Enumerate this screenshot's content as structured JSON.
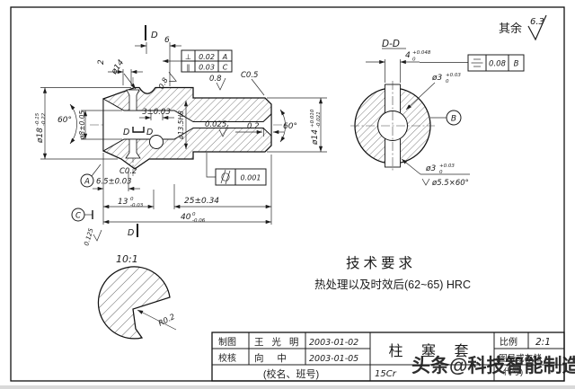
{
  "sheet": {
    "ink": "#1c1c1c",
    "paper": "#ffffff",
    "surface_note_prefix": "其余",
    "surface_note_value": "6.3"
  },
  "main_view": {
    "section_top": "D",
    "section_bottom": "D",
    "section_mid_left": "D",
    "section_mid_right": "D",
    "dims": {
      "d6": "6",
      "d2": "2",
      "groove_dia": "ø14",
      "d3": "3±0.03",
      "d02": "0.2",
      "d65": "6.5±0.03",
      "d13": "13",
      "d13_up": "0",
      "d13_lo": "-0.03",
      "d25": "25±0.34",
      "d40": "40",
      "d40_up": "0",
      "d40_lo": "-0.06",
      "dia18": "ø18",
      "dia18_up": "-0.15",
      "dia18_lo": "-0.22",
      "dia8": "ø8±0.05",
      "dia135": "ø13.5H8",
      "dia14": "ø14",
      "dia14_up": "+0.010",
      "dia14_lo": "-0.021",
      "ang_left": "60°",
      "ang_right": "60°"
    },
    "chamfers": {
      "c05": "C0.5",
      "c02": "C0.2"
    },
    "roughness": {
      "r08_slope": "0.8",
      "r08_top": "0.8",
      "r0025": "0.025",
      "r0125": "0.125"
    },
    "fcf1": {
      "sym1": "⊥",
      "tol1": "0.02",
      "dat1": "A",
      "sym2": "∥",
      "tol2": "0.03",
      "dat2": "C"
    },
    "fcf2": {
      "tol": "0.001"
    },
    "datums": {
      "a": "A",
      "c": "C"
    }
  },
  "dd_view": {
    "title": "D-D",
    "d4": "4",
    "d4_up": "+0.048",
    "d4_lo": "0",
    "fcf": {
      "tol": "0.08",
      "dat": "B"
    },
    "dia3_top": "ø3",
    "dia3_top_up": "+0.03",
    "dia3_top_lo": "0",
    "datum_b": "B",
    "dia3_bot": "ø3",
    "dia3_bot_up": "+0.03",
    "dia3_bot_lo": "0",
    "csink": "ø5.5×60°"
  },
  "detail_view": {
    "scale": "10:1",
    "radius": "R0.2"
  },
  "tech_req": {
    "title": "技术要求",
    "line1": "热处理以及时效后(62~65) HRC"
  },
  "title_block": {
    "drafter_label": "制图",
    "drafter_name": "王 光 明",
    "drafter_date": "2003-01-02",
    "checker_label": "校核",
    "checker_name": "向  中",
    "checker_date": "2003-01-05",
    "school": "(校名、班号)",
    "part_name": "柱 塞 套",
    "material": "15Cr",
    "scale_label": "比例",
    "scale_value": "2:1",
    "doc_no_line1": "(图号或存储",
    "doc_no_line2": "代号)"
  },
  "watermark": "头条@科技智能制造"
}
